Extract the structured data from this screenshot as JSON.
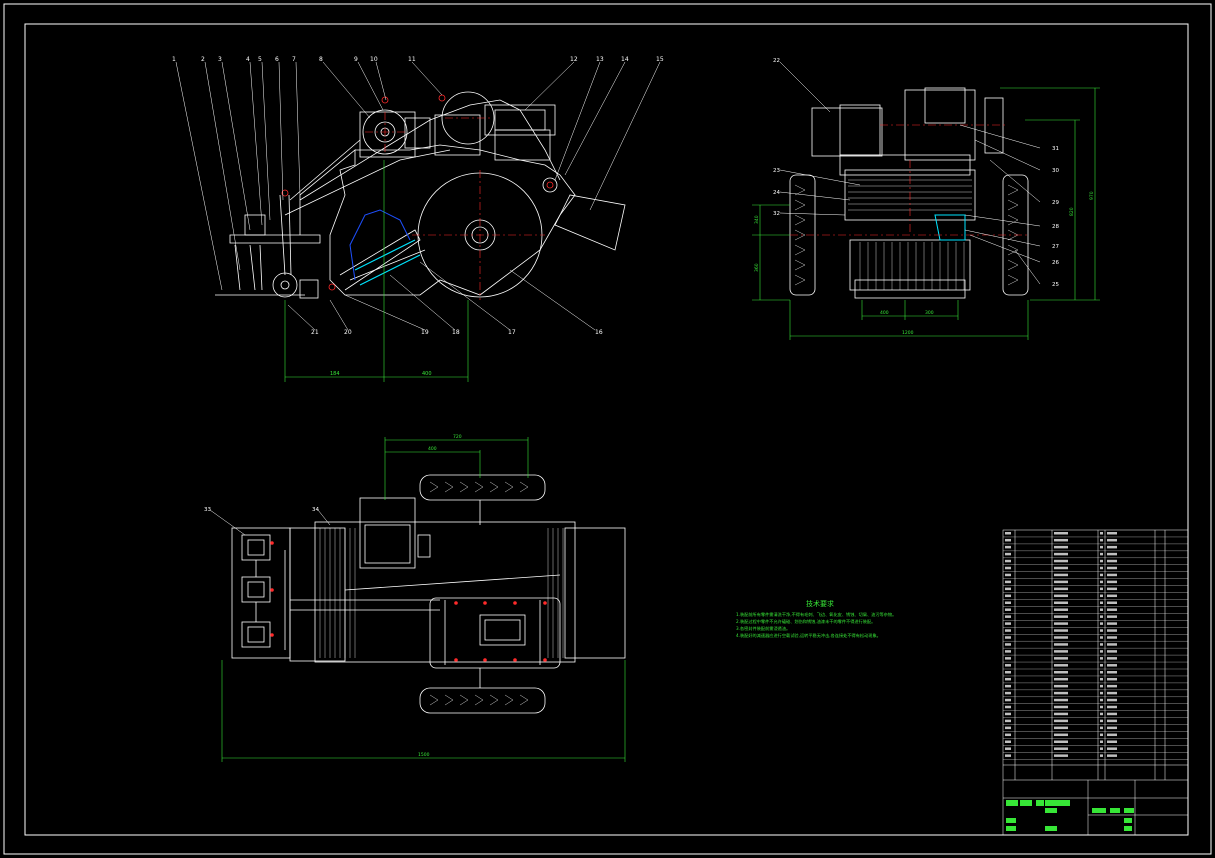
{
  "colors": {
    "background": "#000000",
    "line": "#ffffff",
    "dimension": "#37e637",
    "center": "#ff2a2a",
    "accent": "#00e5ff",
    "note": "#37e637",
    "profile": "#1e50ff"
  },
  "side_view": {
    "leader_labels": [
      "1",
      "2",
      "3",
      "4",
      "5",
      "6",
      "7",
      "8",
      "9",
      "10",
      "11",
      "12",
      "13",
      "14",
      "15"
    ],
    "bottom_labels": [
      "21",
      "20",
      "19",
      "18",
      "17",
      "16"
    ],
    "dims": [
      "184",
      "400"
    ]
  },
  "end_view": {
    "labels_right": [
      "31",
      "30",
      "29",
      "28",
      "27",
      "26",
      "25"
    ],
    "labels_left": [
      "22",
      "23",
      "24",
      "32"
    ],
    "dims_bottom": [
      "400",
      "300",
      "1200"
    ],
    "dims_right": [
      "970",
      "820"
    ],
    "dims_left": [
      "340",
      "360"
    ]
  },
  "top_view": {
    "dims_top": [
      "720",
      "400"
    ],
    "dims_bottom": [
      "1500"
    ],
    "labels": [
      "33",
      "34"
    ]
  },
  "tech_notes": {
    "title": "技术要求",
    "lines": [
      "1.装配前所有零件需清洗干净,不得有毛刺、飞边、氧化皮、锈蚀、切屑、油污等杂物。",
      "2.装配过程中零件不允许磕碰、划伤和锈蚀,油漆未干的零件不得进行装配。",
      "3.各密封件装配前需浸透油。",
      "4.装配好的减速器应进行空载试验,运转平稳无冲击,各连接处不得有松动现象。"
    ]
  }
}
